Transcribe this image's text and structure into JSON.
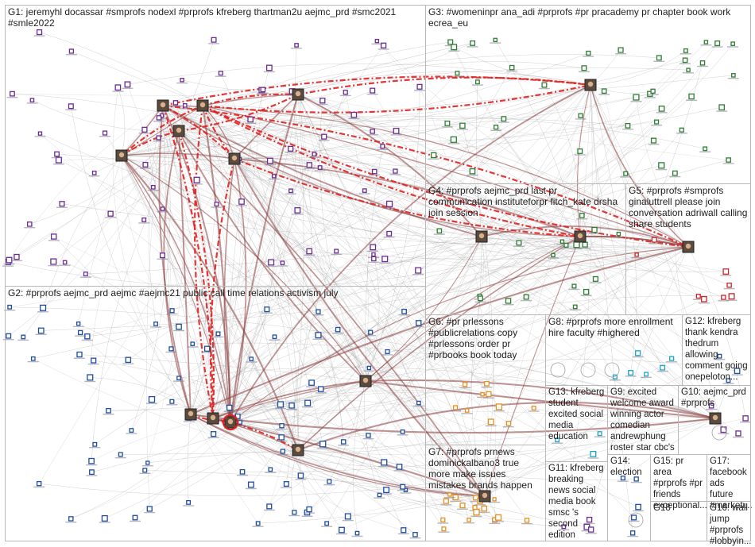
{
  "groups": [
    {
      "id": "G1",
      "label": "G1: jeremyhl docassar #smprofs nodexl #prprofs kfreberg thartman2u aejmc_prd #smc2021 #smle2022"
    },
    {
      "id": "G2",
      "label": "G2: #prprofs aejmc_prd aejmc #aejmc21 public call time relations activism july"
    },
    {
      "id": "G3",
      "label": "G3: #womeninpr ana_adi #prprofs #pr pracademy pr chapter book work ecrea_eu"
    },
    {
      "id": "G4",
      "label": "G4: #prprofs aejmc_prd last pr communication instituteforpr fitch_kate drsha join session"
    },
    {
      "id": "G5",
      "label": "G5: #prprofs #smprofs ginaluttrell please join conversation adriwall calling share students"
    },
    {
      "id": "G6",
      "label": "G6: #pr prlessons #publicrelations copy #prlessons order pr #prbooks book today"
    },
    {
      "id": "G7",
      "label": "G7: #prprofs prnews dominickalbano3 true more make issues mistakes brands happen"
    },
    {
      "id": "G8",
      "label": "G8: #prprofs more enrollment hire faculty #highered"
    },
    {
      "id": "G9",
      "label": "G9: excited welcome award winning actor comedian andrewphung roster star cbc's"
    },
    {
      "id": "G10",
      "label": "G10: aejmc_prd #prprofs"
    },
    {
      "id": "G11",
      "label": "G11: kfreberg breaking news social media book smsc 's second edition"
    },
    {
      "id": "G12",
      "label": "G12: kfreberg thank kendra thedrum allowing comment going onepeloton..."
    },
    {
      "id": "G13",
      "label": "G13: kfreberg student excited social media education"
    },
    {
      "id": "G14",
      "label": "G14: election"
    },
    {
      "id": "G15",
      "label": "G15: pr area #prprofs #pr friends exceptional..."
    },
    {
      "id": "G16",
      "label": "G16: wall jump #prprofs #lobbyin..."
    },
    {
      "id": "G17",
      "label": "G17: facebook ads future #marketi..."
    },
    {
      "id": "G18",
      "label": "G18"
    }
  ],
  "colors": {
    "panel_border": "#b8b8b8",
    "edge_gray": "#9a9a9a",
    "edge_brown": "#8b3a3a",
    "edge_red": "#e02020",
    "node_blue": "#1f4e9e",
    "node_green": "#2e7d32",
    "node_cyan": "#1aa3c7",
    "node_orange": "#e69020",
    "node_purple": "#6a2c91",
    "node_red": "#c62828"
  }
}
